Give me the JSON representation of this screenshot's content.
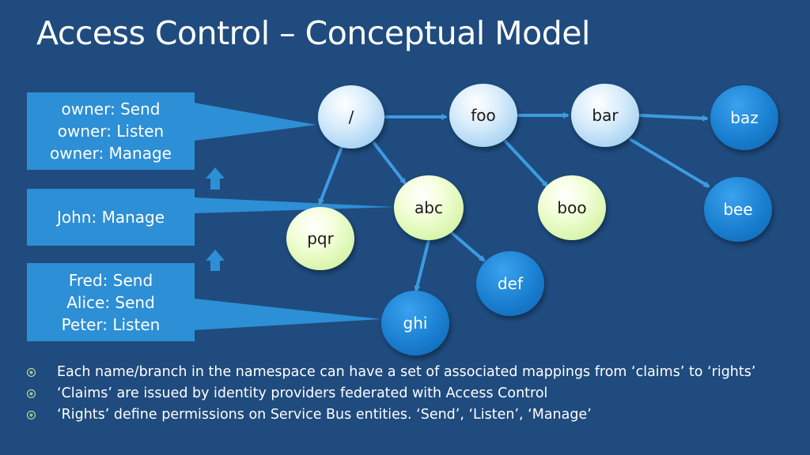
{
  "title": "Access Control – Conceptual Model",
  "boxes": [
    {
      "lines": [
        "owner: Send",
        "owner: Listen",
        "owner: Manage"
      ]
    },
    {
      "lines": [
        "John: Manage"
      ]
    },
    {
      "lines": [
        "Fred: Send",
        "Alice: Send",
        "Peter: Listen"
      ]
    }
  ],
  "nodes": {
    "root": "/",
    "foo": "foo",
    "bar": "bar",
    "baz": "baz",
    "boo": "boo",
    "bee": "bee",
    "abc": "abc",
    "pqr": "pqr",
    "def": "def",
    "ghi": "ghi"
  },
  "bullets": [
    "Each name/branch in the namespace can have a set of associated mappings from ‘claims’ to ‘rights’",
    "‘Claims’ are issued by identity providers federated with Access Control",
    "‘Rights’ define permissions on Service Bus entities. ‘Send’, ‘Listen’, ‘Manage’"
  ],
  "colors": {
    "background": "#1f4b7e",
    "box": "#2d8fd5",
    "arrow": "#3d9be0",
    "node_light": "#bfe0f8",
    "node_green": "#dcf7b0",
    "node_dark": "#1a7fd0"
  }
}
